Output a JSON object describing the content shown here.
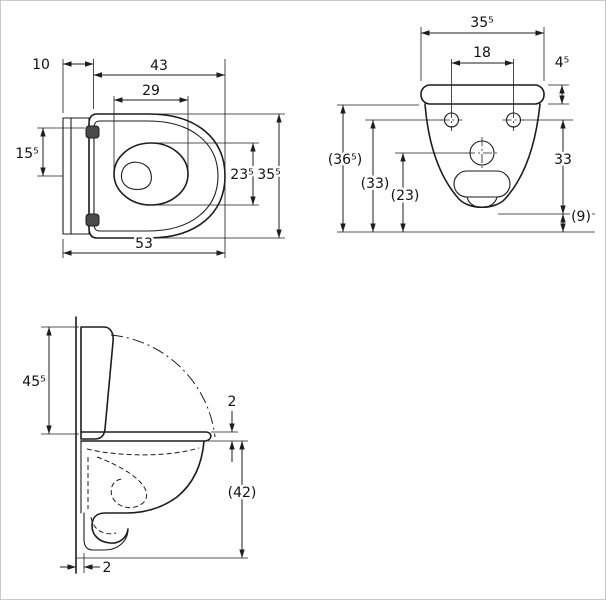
{
  "views": {
    "plan": {
      "dims": {
        "wall_depth": "10",
        "seat_width": "43",
        "bowl_width": "29",
        "hinge_offset": "15⁵",
        "bowl_length": "23⁵",
        "seat_length": "35⁵",
        "total_depth": "53"
      }
    },
    "front": {
      "dims": {
        "width": "35⁵",
        "hole_spacing": "18",
        "lid_height": "4⁵",
        "height_overall": "(36⁵)",
        "height_holes": "(33)",
        "height_outlet": "(23)",
        "height_right": "33",
        "outlet_bottom": "(9)"
      }
    },
    "side": {
      "dims": {
        "open_lid_height": "45⁵",
        "seat_thickness": "2",
        "mount_height": "(42)",
        "wall_clearance": "2"
      }
    }
  },
  "colors": {
    "line": "#1d1d1d",
    "background": "#ffffff"
  }
}
